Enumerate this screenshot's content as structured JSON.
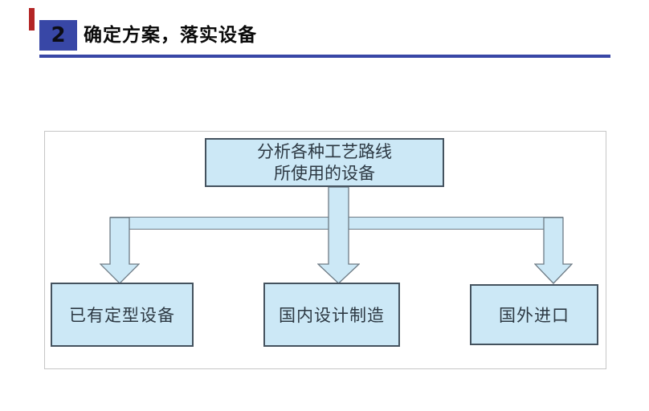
{
  "colors": {
    "accent": "#3847A6",
    "red_tab": "#B32525",
    "node_fill": "#CCE8F6",
    "node_border": "#44525E",
    "connector_border": "#6E7B85",
    "text_dark": "#2D3943"
  },
  "header": {
    "number": "2",
    "title": "确定方案，落实设备"
  },
  "diagram": {
    "root": {
      "line1": "分析各种工艺路线",
      "line2": "所使用的设备"
    },
    "children": [
      {
        "label": "已有定型设备"
      },
      {
        "label": "国内设计制造"
      },
      {
        "label": "国外进口"
      }
    ]
  }
}
